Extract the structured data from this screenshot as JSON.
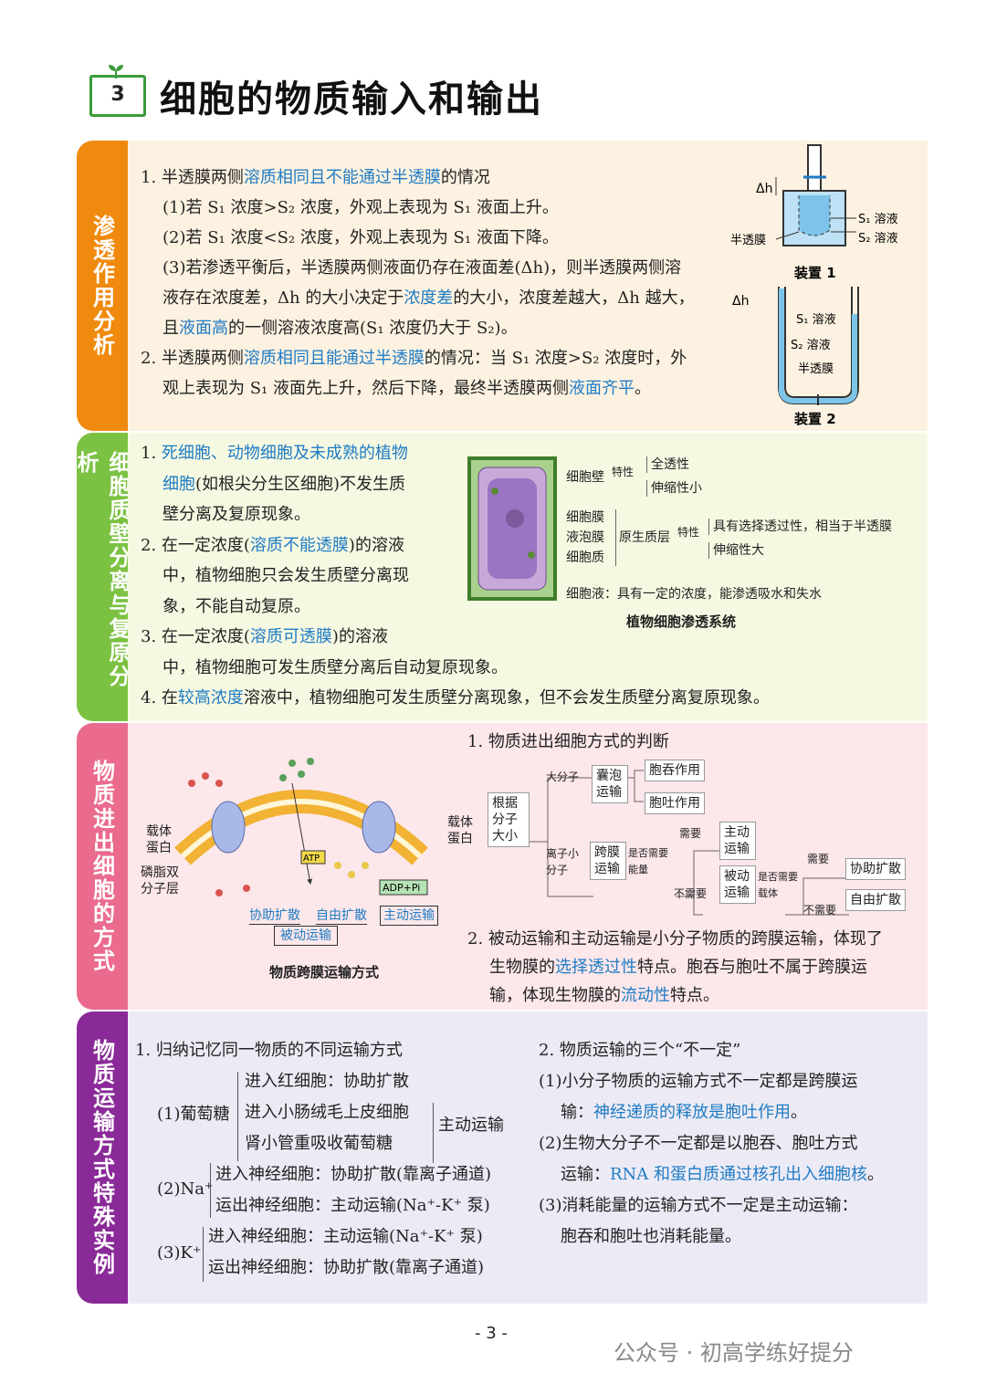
{
  "title": {
    "number": "3",
    "text": "细胞的物质输入和输出"
  },
  "sections": {
    "s1": {
      "tab": "渗透作用分析",
      "lines": [
        [
          "1. 半透膜两侧",
          {
            "b": "溶质相同且不能通过半透膜"
          },
          "的情况"
        ],
        [
          "(1)若 S₁ 浓度>S₂ 浓度，外观上表现为 S₁ 液面上升。"
        ],
        [
          "(2)若 S₁ 浓度<S₂ 浓度，外观上表现为 S₁ 液面下降。"
        ],
        [
          "(3)若渗透平衡后，半透膜两侧液面仍存在液面差(Δh)，则半透膜两侧溶"
        ],
        [
          "液存在浓度差，Δh 的大小决定于",
          {
            "b": "浓度差"
          },
          "的大小，浓度差越大，Δh 越大，"
        ],
        [
          "且",
          {
            "b": "液面高"
          },
          "的一侧溶液浓度高(S₁ 浓度仍大于 S₂)。"
        ],
        [
          "2. 半透膜两侧",
          {
            "b": "溶质相同且能通过半透膜"
          },
          "的情况：当 S₁ 浓度>S₂ 浓度时，外"
        ],
        [
          "观上表现为 S₁ 液面先上升，然后下降，最终半透膜两侧",
          {
            "b": "液面齐平"
          },
          "。"
        ]
      ],
      "fig": {
        "dh1": "Δh",
        "dh2": "Δh",
        "s1": "S₁ 溶液",
        "s2": "S₂ 溶液",
        "membrane": "半透膜",
        "cap1": "装置 1",
        "cap2": "装置 2",
        "s1b": "S₁ 溶液",
        "s2b": "S₂ 溶液",
        "membraneb": "半透膜"
      }
    },
    "s2": {
      "tab": "细胞质壁分离与复原分析",
      "lines": [
        [
          "1. ",
          {
            "b": "死细胞、动物细胞及未成熟的植物"
          }
        ],
        [
          {
            "b": "细胞"
          },
          "(如根尖分生区细胞)不发生质"
        ],
        [
          "壁分离及复原现象。"
        ],
        [
          "2. 在一定浓度(",
          {
            "b": "溶质不能透膜"
          },
          ")的溶液"
        ],
        [
          "中，植物细胞只会发生质壁分离现"
        ],
        [
          "象，不能自动复原。"
        ],
        [
          "3. 在一定浓度(",
          {
            "b": "溶质可透膜"
          },
          ")的溶液"
        ],
        [
          "中，植物细胞可发生质壁分离后自动复原现象。"
        ],
        [
          "4. 在",
          {
            "b": "较高浓度"
          },
          "溶液中，植物细胞可发生质壁分离现象，但不会发生质壁分离复原现象。"
        ]
      ],
      "fig": {
        "wall": "细胞壁",
        "wall_prop": "特性",
        "wall_p1": "全透性",
        "wall_p2": "伸缩性小",
        "mem": "细胞膜",
        "vac": "液泡膜",
        "cyt": "细胞质",
        "proto": "原生质层",
        "proto_prop": "特性",
        "proto_p1": "具有选择透过性，相当于半透膜",
        "proto_p2": "伸缩性大",
        "sap": "细胞液：具有一定的浓度，能渗透吸水和失水",
        "caption": "植物细胞渗透系统"
      }
    },
    "s3": {
      "tab": "物质进出细胞的方式",
      "fig": {
        "carrier_l": "载体蛋白",
        "carrier_r": "载体蛋白",
        "lipid": "磷脂双分子层",
        "atp": "ATP",
        "adp": "ADP+Pi",
        "fd1": "协助扩散",
        "fd2": "自由扩散",
        "at": "主动运输",
        "passive": "被动运输",
        "caption": "物质跨膜运输方式"
      },
      "tree": {
        "heading": "1. 物质进出细胞方式的判断",
        "root": "根据分子大小",
        "big": "大分子",
        "vesicle": "囊泡运输",
        "endo": "胞吞作用",
        "exo": "胞吐作用",
        "small": "离子小分子",
        "trans": "跨膜运输",
        "need_energy": "是否需要能量",
        "need": "需要",
        "active": "主动运输",
        "noneed": "不需要",
        "passive": "被动运输",
        "need_carrier": "是否需要载体",
        "need2": "需要",
        "facil": "协助扩散",
        "noneed2": "不需要",
        "free": "自由扩散"
      },
      "lines": [
        [
          "2. 被动运输和主动运输是小分子物质的跨膜运输，体现了"
        ],
        [
          "生物膜的",
          {
            "b": "选择透过性"
          },
          "特点。胞吞与胞吐不属于跨膜运"
        ],
        [
          "输，体现生物膜的",
          {
            "b": "流动性"
          },
          "特点。"
        ]
      ]
    },
    "s4": {
      "tab": "物质运输方式特殊实例",
      "left": {
        "heading": "1. 归纳记忆同一物质的不同运输方式",
        "g_label": "(1)葡萄糖",
        "g1": "进入红细胞：协助扩散",
        "g2": "进入小肠绒毛上皮细胞",
        "g3": "肾小管重吸收葡萄糖",
        "g_at": "主动运输",
        "na_label": "(2)Na⁺",
        "na1": "进入神经细胞：协助扩散(靠离子通道)",
        "na2": "运出神经细胞：主动运输(Na⁺-K⁺ 泵)",
        "k_label": "(3)K⁺",
        "k1": "进入神经细胞：主动运输(Na⁺-K⁺ 泵)",
        "k2": "运出神经细胞：协助扩散(靠离子通道)"
      },
      "right_lines": [
        [
          "2. 物质运输的三个“不一定”"
        ],
        [
          "(1)小分子物质的运输方式不一定都是跨膜运"
        ],
        [
          "输：",
          {
            "b": "神经递质的释放是胞吐作用"
          },
          "。"
        ],
        [
          "(2)生物大分子不一定都是以胞吞、胞吐方式"
        ],
        [
          "运输：",
          {
            "b": "RNA 和蛋白质通过核孔出入细胞核"
          },
          "。"
        ],
        [
          "(3)消耗能量的运输方式不一定是主动运输："
        ],
        [
          "胞吞和胞吐也消耗能量。"
        ]
      ]
    }
  },
  "footer": {
    "page": "- 3 -",
    "watermark": "公众号 · 初高学练好提分"
  },
  "colors": {
    "s1_tab": "#f08a0e",
    "s1_bg": "#fdf2e1",
    "s2_tab": "#7cc242",
    "s2_bg": "#f6f9e2",
    "s3_tab": "#ea6b8e",
    "s3_bg": "#fce7ea",
    "s4_tab": "#8a2a98",
    "s4_bg": "#ecebf5",
    "accent": "#1f7bc4"
  }
}
